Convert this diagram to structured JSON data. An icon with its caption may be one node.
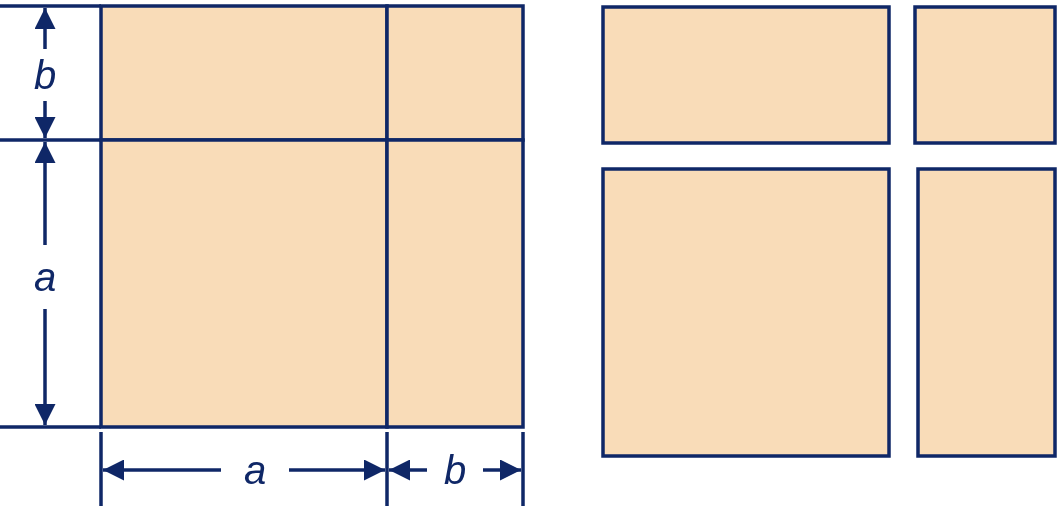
{
  "diagram": {
    "labels": [
      "b",
      "a",
      "a",
      "b"
    ]
  }
}
